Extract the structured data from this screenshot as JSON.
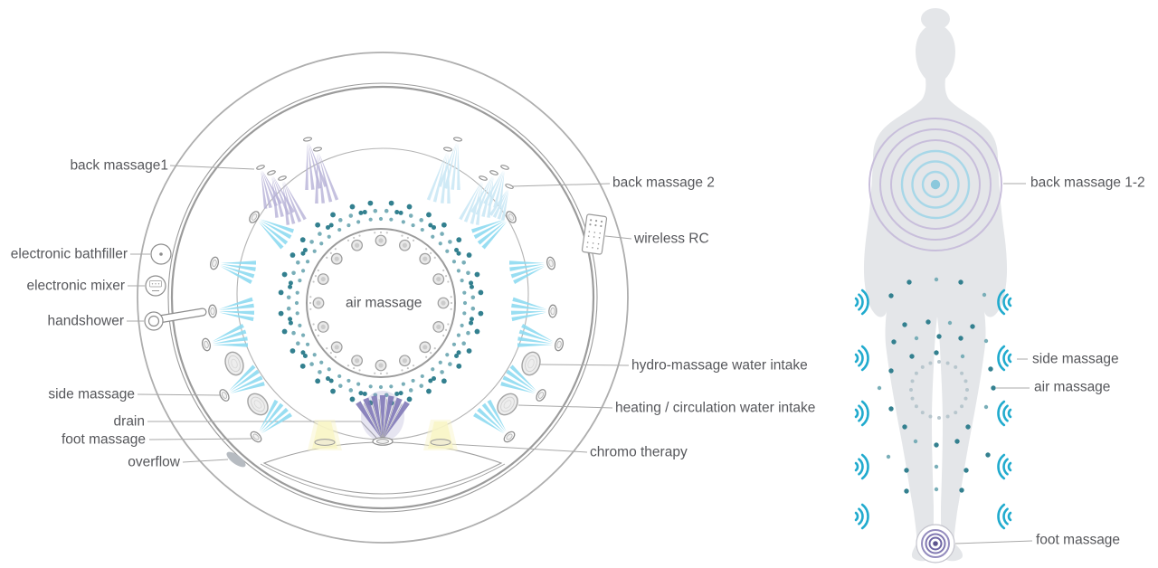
{
  "diagram_title": "bathtub features diagram",
  "colors": {
    "label_text": "#56575b",
    "line": "#a8a8a8",
    "tub_stroke": "#9b9b9b",
    "spray_cyan": "#8edaf1",
    "wave_cyan": "#21abce",
    "dot_teal_dark": "#33808f",
    "dot_teal_light": "#79aeb8",
    "fan_lavender": "#b7b2d7",
    "fan_lightblue": "#cde9f5",
    "fan_purple": "#837cb8",
    "chromo_yellow": "#f8f4c6",
    "silhouette": "#e4e6e9",
    "ring_purple": "#c8bedb",
    "ring_blue": "#a7d7e8",
    "ring_center_dot": "#8bc8dc",
    "spiral_purple": "#6e65a4",
    "knee_dot": "#b7c6cd"
  },
  "tub": {
    "labels": {
      "back_massage1": "back massage1",
      "electronic_bathfiller": "electronic bathfiller",
      "electronic_mixer": "electronic mixer",
      "handshower": "handshower",
      "side_massage": "side massage",
      "drain": "drain",
      "foot_massage": "foot massage",
      "overflow": "overflow",
      "air_massage": "air massage",
      "back_massage2": "back massage 2",
      "wireless_rc": "wireless RC",
      "hydro_intake": "hydro-massage water intake",
      "heating_intake": "heating / circulation water intake",
      "chromo_therapy": "chromo therapy"
    }
  },
  "figure": {
    "labels": {
      "back_massage_1_2": "back massage 1-2",
      "side_massage": "side massage",
      "air_massage": "air massage",
      "foot_massage": "foot massage"
    }
  }
}
